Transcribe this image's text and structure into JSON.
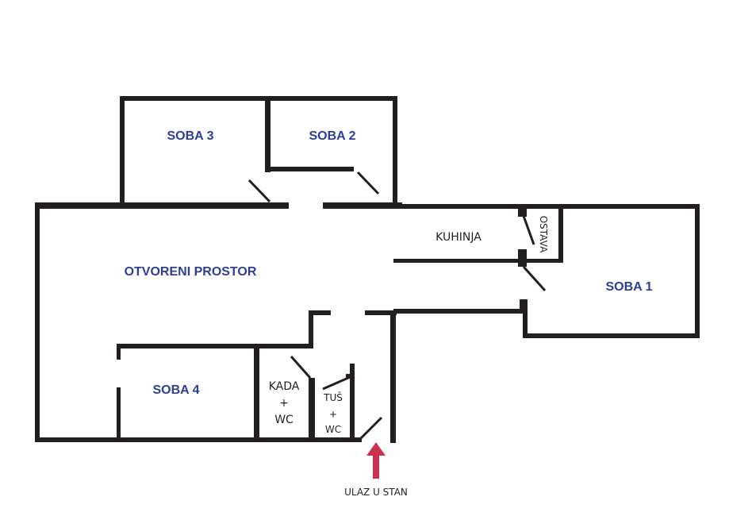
{
  "floor_plan": {
    "rooms": [
      {
        "id": "soba3",
        "label": "SOBA 3"
      },
      {
        "id": "soba2",
        "label": "SOBA 2"
      },
      {
        "id": "otvoreni",
        "label": "OTVORENI PROSTOR"
      },
      {
        "id": "kuhinja",
        "label": "KUHINJA"
      },
      {
        "id": "ostava",
        "label": "OSTAVA"
      },
      {
        "id": "soba1",
        "label": "SOBA 1"
      },
      {
        "id": "soba4",
        "label": "SOBA 4"
      }
    ],
    "bathroom1": {
      "line1": "KADA",
      "line2": "+",
      "line3": "WC"
    },
    "bathroom2": {
      "line1": "TUŠ",
      "line2": "+",
      "line3": "WC"
    },
    "entrance": {
      "label": "ULAZ U STAN",
      "icon": "arrow-up-icon"
    },
    "colors": {
      "wall": "#231f20",
      "room_label": "#2b3f9a",
      "entrance_arrow": "#c8334f"
    }
  }
}
